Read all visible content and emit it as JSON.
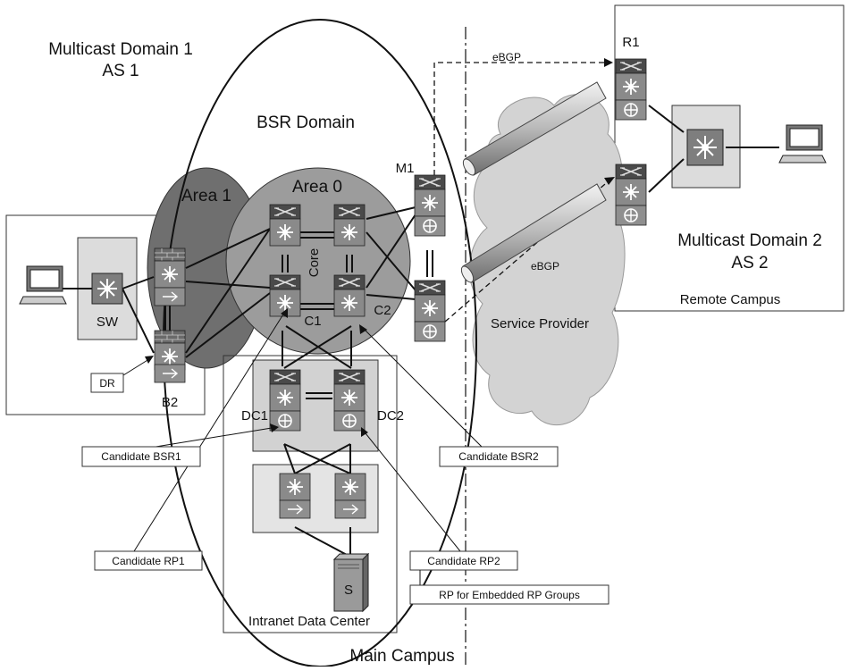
{
  "labels": {
    "domain1_line1": "Multicast Domain 1",
    "domain1_line2": "AS 1",
    "bsr_domain": "BSR Domain",
    "area1": "Area 1",
    "area0": "Area 0",
    "core": "Core",
    "domain2_line1": "Multicast Domain 2",
    "domain2_line2": "AS 2",
    "remote_campus": "Remote Campus",
    "service_provider": "Service Provider",
    "main_campus": "Main Campus",
    "intranet_dc": "Intranet Data Center",
    "ebgp_top": "eBGP",
    "ebgp_mid": "eBGP"
  },
  "devices": {
    "sw": "SW",
    "b2": "B2",
    "c1": "C1",
    "c2": "C2",
    "dc1": "DC1",
    "dc2": "DC2",
    "m1": "M1",
    "r1": "R1",
    "server": "S"
  },
  "callouts": {
    "dr": "DR",
    "candidate_bsr1": "Candidate BSR1",
    "candidate_bsr2": "Candidate BSR2",
    "candidate_rp1": "Candidate RP1",
    "candidate_rp2": "Candidate RP2",
    "embedded_rp": "RP for Embedded RP Groups"
  },
  "colors": {
    "area1_fill": "#6f6f6f",
    "area0_fill": "#9a9a9a",
    "cloud_fill": "#cfcfcf",
    "panel_fill": "#dedede",
    "device_light": "#c8c8c8",
    "device_dark": "#555555"
  }
}
